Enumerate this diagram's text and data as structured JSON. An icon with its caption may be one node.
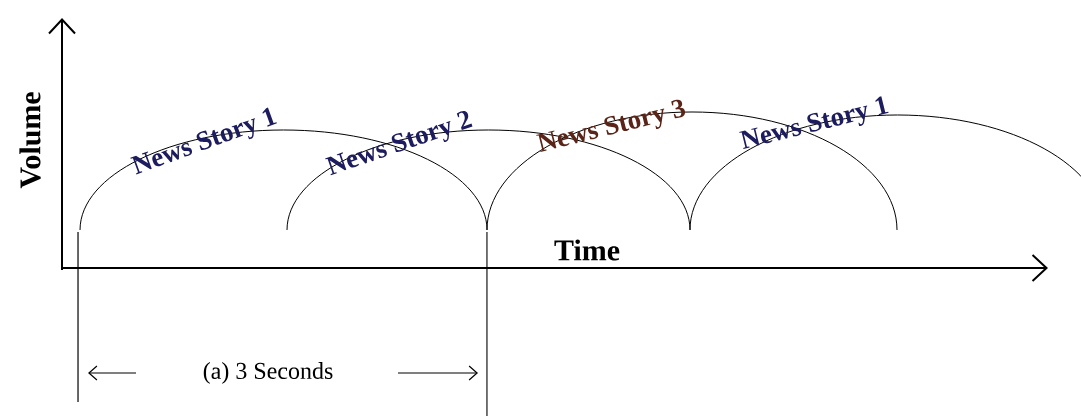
{
  "diagram": {
    "labels": [
      "Volume",
      "News Story 1",
      "News Story 2",
      "News Story 3",
      "News Story 1",
      "Time",
      "(a) 3 Seconds"
    ]
  }
}
